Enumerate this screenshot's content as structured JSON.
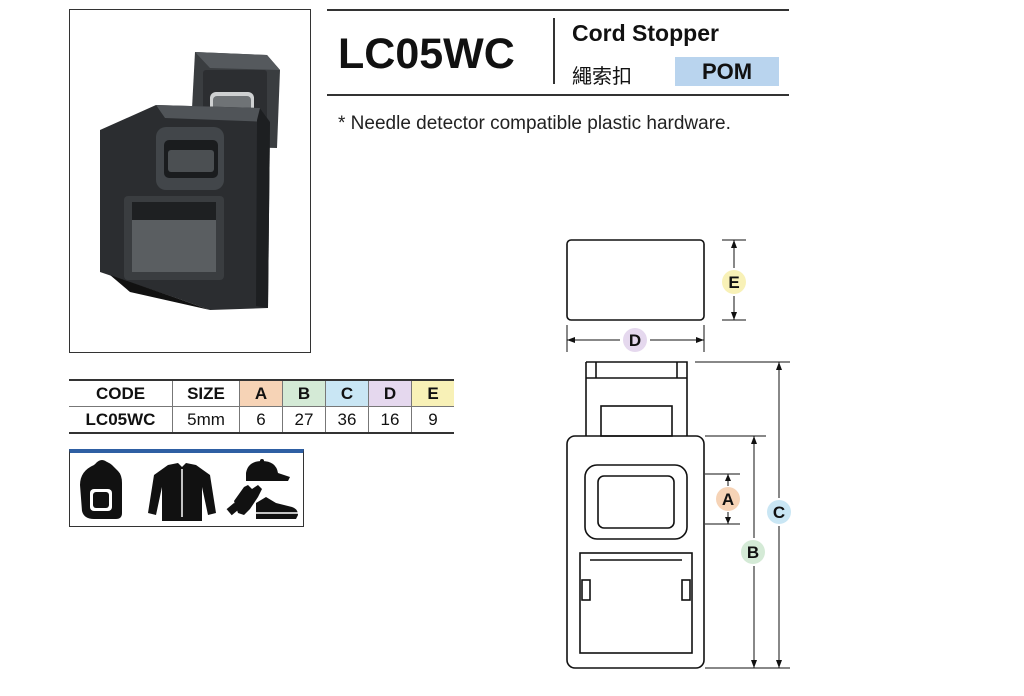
{
  "header": {
    "code": "LC05WC",
    "product_name": "Cord Stopper",
    "product_name_cn": "繩索扣",
    "material": "POM",
    "note": "* Needle detector compatible plastic hardware."
  },
  "spec_table": {
    "headers": [
      "CODE",
      "SIZE",
      "A",
      "B",
      "C",
      "D",
      "E"
    ],
    "row": [
      "LC05WC",
      "5mm",
      "6",
      "27",
      "36",
      "16",
      "9"
    ]
  },
  "dimension_labels": {
    "a": "A",
    "b": "B",
    "c": "C",
    "d": "D",
    "e": "E"
  },
  "applications": [
    "backpack-icon",
    "jacket-icon",
    "cap-icon",
    "glove-icon",
    "shoe-icon"
  ],
  "colors": {
    "material_badge": "#b9d4ee",
    "a": "#f6d3b6",
    "b": "#d4ead6",
    "c": "#c9e6f4",
    "d": "#e5d8ee",
    "e": "#f8f1b7",
    "app_accent": "#2e5fa3"
  }
}
